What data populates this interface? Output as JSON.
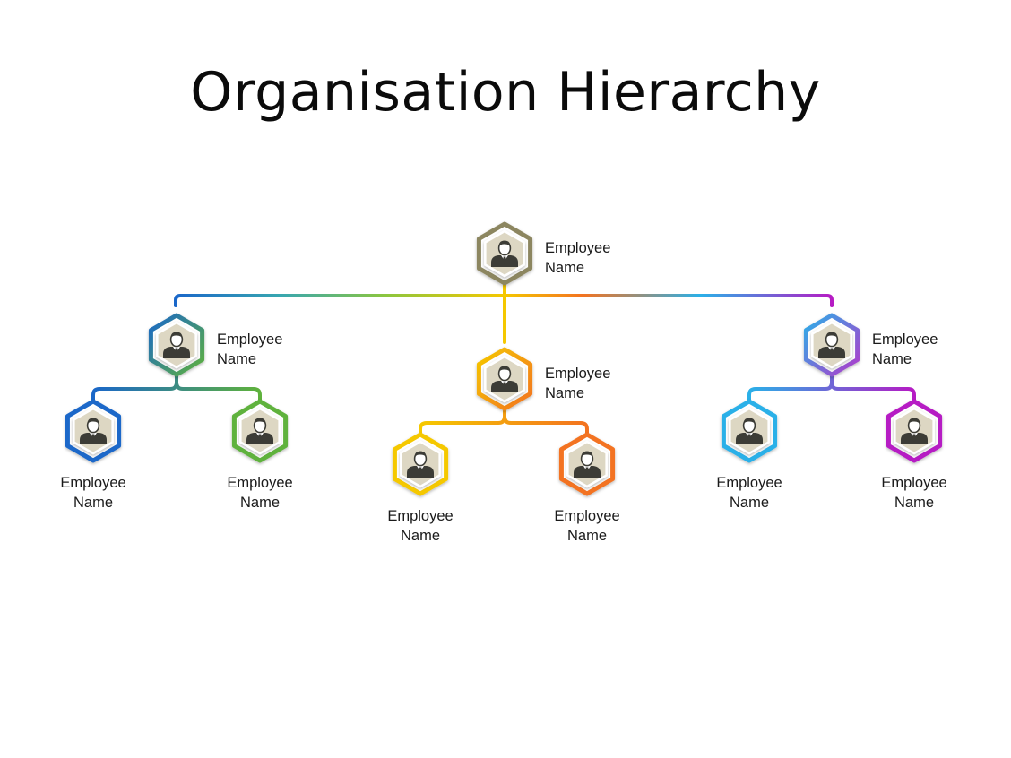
{
  "title": "Organisation Hierarchy",
  "colors": {
    "root": "#8C8660",
    "yellow": "#F5C800",
    "orange": "#F37320",
    "left_parent_start": "#1A67C9",
    "left_parent_end": "#5FB23C",
    "left_child_1": "#1A67C9",
    "left_child_2": "#5FB23C",
    "right_parent_start": "#2AB0E8",
    "right_parent_end": "#B23ACB",
    "right_child_1": "#2AB0E8",
    "right_child_2": "#B61BC4",
    "avatar_bg": "#DDD7C3",
    "avatar_figure": "#3C3C36"
  },
  "nodes": [
    {
      "id": "root",
      "level": 0,
      "label_line1": "Employee",
      "label_line2": "Name",
      "label_position": "right",
      "avatar_icon": "businessman-icon"
    },
    {
      "id": "left",
      "parent": "root",
      "level": 1,
      "label_line1": "Employee",
      "label_line2": "Name",
      "label_position": "right",
      "avatar_icon": "businessman-icon"
    },
    {
      "id": "center",
      "parent": "root",
      "level": 1,
      "label_line1": "Employee",
      "label_line2": "Name",
      "label_position": "right",
      "avatar_icon": "businessman-icon"
    },
    {
      "id": "right",
      "parent": "root",
      "level": 1,
      "label_line1": "Employee",
      "label_line2": "Name",
      "label_position": "right",
      "avatar_icon": "businessman-icon"
    },
    {
      "id": "left-1",
      "parent": "left",
      "level": 2,
      "label_line1": "Employee",
      "label_line2": "Name",
      "label_position": "below",
      "avatar_icon": "businessman-icon"
    },
    {
      "id": "left-2",
      "parent": "left",
      "level": 2,
      "label_line1": "Employee",
      "label_line2": "Name",
      "label_position": "below",
      "avatar_icon": "businessman-icon"
    },
    {
      "id": "center-1",
      "parent": "center",
      "level": 2,
      "label_line1": "Employee",
      "label_line2": "Name",
      "label_position": "below",
      "avatar_icon": "businessman-icon"
    },
    {
      "id": "center-2",
      "parent": "center",
      "level": 2,
      "label_line1": "Employee",
      "label_line2": "Name",
      "label_position": "below",
      "avatar_icon": "businessman-icon"
    },
    {
      "id": "right-1",
      "parent": "right",
      "level": 2,
      "label_line1": "Employee",
      "label_line2": "Name",
      "label_position": "below",
      "avatar_icon": "businessman-icon"
    },
    {
      "id": "right-2",
      "parent": "right",
      "level": 2,
      "label_line1": "Employee",
      "label_line2": "Name",
      "label_position": "below",
      "avatar_icon": "businessman-icon"
    }
  ]
}
